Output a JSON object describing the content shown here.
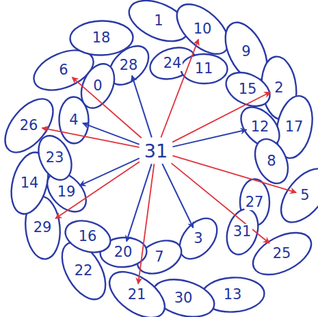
{
  "diagram": {
    "nodes": [
      {
        "text": [
          "1"
        ]
      },
      {
        "text": [
          "10"
        ]
      },
      {
        "text": [
          "9"
        ]
      },
      {
        "text": [
          "2"
        ]
      },
      {
        "text": [
          "17"
        ]
      },
      {
        "text": [
          "5"
        ]
      },
      {
        "text": [
          "25"
        ]
      },
      {
        "text": [
          "13"
        ]
      },
      {
        "text": [
          "30"
        ]
      },
      {
        "text": [
          "21"
        ]
      },
      {
        "text": [
          "22"
        ]
      },
      {
        "text": [
          "29"
        ]
      },
      {
        "text": [
          "14"
        ]
      },
      {
        "text": [
          "26"
        ]
      },
      {
        "text": [
          "6"
        ]
      },
      {
        "text": [
          "18"
        ]
      },
      {
        "text": [
          "28"
        ]
      },
      {
        "text": [
          "24"
        ]
      },
      {
        "text": [
          "11"
        ]
      },
      {
        "text": [
          "15"
        ]
      },
      {
        "text": [
          "12"
        ]
      },
      {
        "text": [
          "8"
        ]
      },
      {
        "text": [
          "27"
        ]
      },
      {
        "text": [
          "31"
        ]
      },
      {
        "text": [
          "3"
        ]
      },
      {
        "text": [
          "7"
        ]
      },
      {
        "text": [
          "20"
        ]
      },
      {
        "text": [
          "16"
        ]
      },
      {
        "text": [
          "19"
        ]
      },
      {
        "text": [
          "23"
        ]
      },
      {
        "text": [
          "4"
        ]
      },
      {
        "text": [
          "0"
        ]
      },
      {
        "text": [
          "31"
        ]
      }
    ],
    "edges": [
      {
        "from": 32,
        "to": 1,
        "arrow": "to"
      },
      {
        "from": 32,
        "to": 3,
        "arrow": "to"
      },
      {
        "from": 32,
        "to": 20,
        "arrow": "to"
      },
      {
        "from": 32,
        "to": 5,
        "arrow": "to"
      },
      {
        "from": 32,
        "to": 6,
        "arrow": "to"
      },
      {
        "from": 32,
        "to": 24,
        "arrow": "to"
      },
      {
        "from": 32,
        "to": 9,
        "arrow": "to"
      },
      {
        "from": 32,
        "to": 26,
        "arrow": "to"
      },
      {
        "from": 32,
        "to": 11,
        "arrow": "to"
      },
      {
        "from": 32,
        "to": 28,
        "arrow": "to"
      },
      {
        "from": 32,
        "to": 13,
        "arrow": "to"
      },
      {
        "from": 32,
        "to": 30,
        "arrow": "to"
      },
      {
        "from": 32,
        "to": 14,
        "arrow": "to"
      },
      {
        "from": 32,
        "to": 16,
        "arrow": "to"
      }
    ]
  }
}
